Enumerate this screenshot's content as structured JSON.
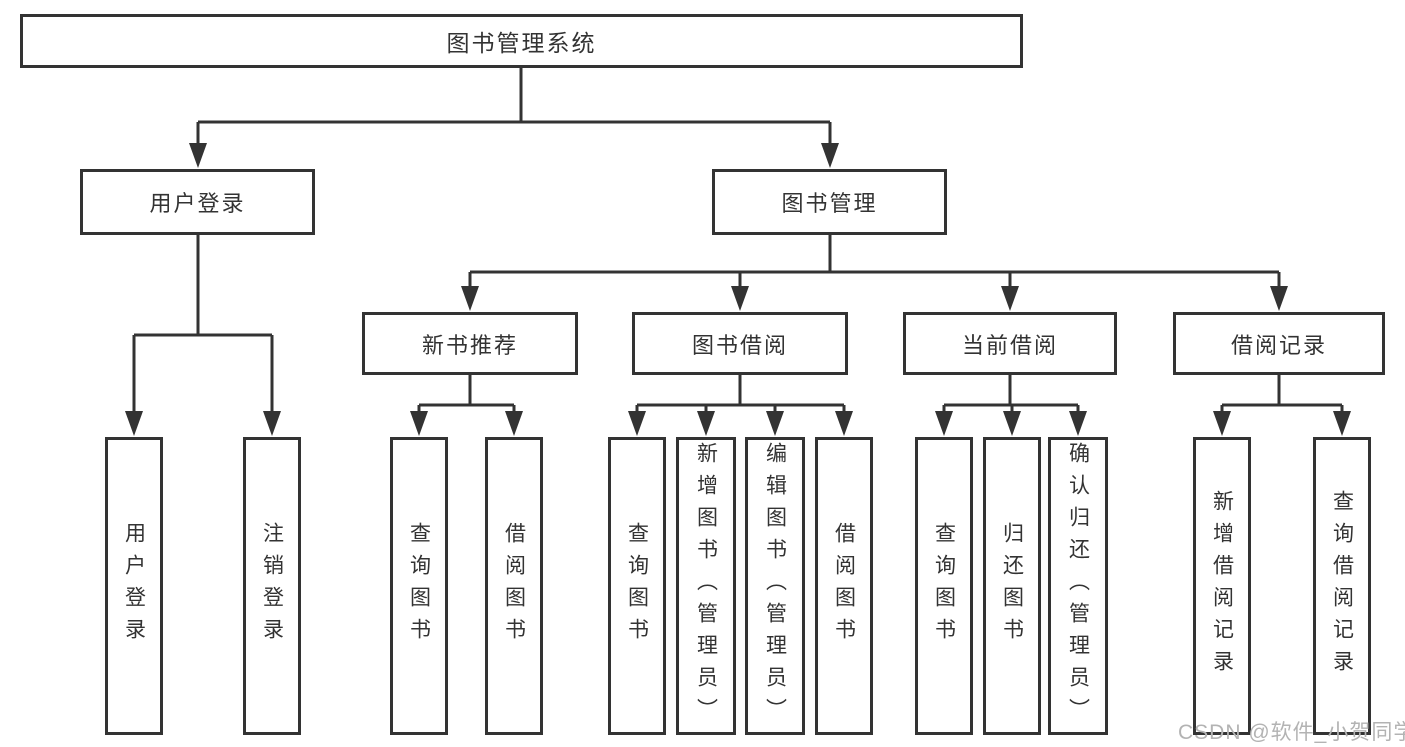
{
  "diagram": {
    "root": {
      "label": "图书管理系统"
    },
    "user_login": {
      "label": "用户登录",
      "leaves": {
        "login": "用户登录",
        "logout": "注销登录"
      }
    },
    "book_mgmt": {
      "label": "图书管理",
      "new_book": {
        "label": "新书推荐",
        "leaves": {
          "query": "查询图书",
          "borrow": "借阅图书"
        }
      },
      "book_borrow": {
        "label": "图书借阅",
        "leaves": {
          "query": "查询图书",
          "add": "新增图书（管理员）",
          "edit": "编辑图书（管理员）",
          "borrow": "借阅图书"
        }
      },
      "current_borrow": {
        "label": "当前借阅",
        "leaves": {
          "query": "查询图书",
          "return": "归还图书",
          "confirm": "确认归还（管理员）"
        }
      },
      "borrow_record": {
        "label": "借阅记录",
        "leaves": {
          "add": "新增借阅记录",
          "query": "查询借阅记录"
        }
      }
    }
  },
  "watermark": {
    "text": "CSDN @软件_小贺同学"
  },
  "colors": {
    "line": "#333333",
    "text": "#333333",
    "background": "#ffffff",
    "watermark": "#b3b3b3"
  }
}
